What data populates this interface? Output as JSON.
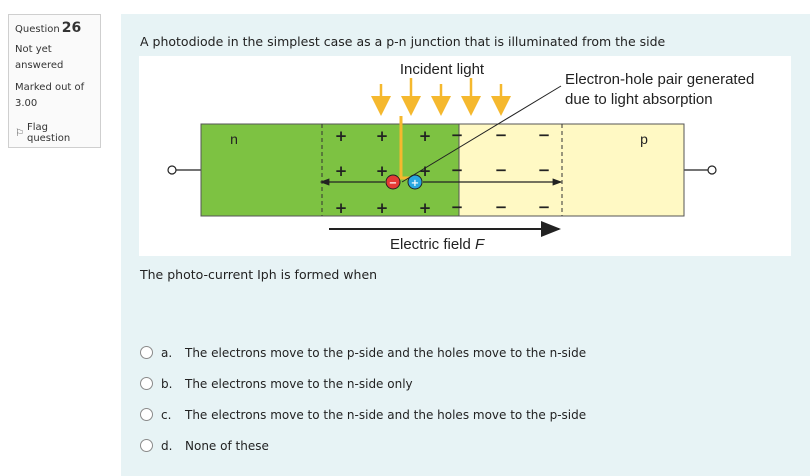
{
  "info": {
    "question_prefix": "Question",
    "question_number": "26",
    "state_line1": "Not yet",
    "state_line2": "answered",
    "grade_line1": "Marked out of",
    "grade_line2": "3.00",
    "flag_label": "Flag question",
    "flag_icon": "flag-icon"
  },
  "question": {
    "text": "A photodiode in the simplest case as a p-n junction that is illuminated from the side",
    "prompt": "The photo-current Iph is formed when"
  },
  "figure": {
    "incident_light": "Incident light",
    "annotation_line1": "Electron-hole pair generated",
    "annotation_line2": "due to light absorption",
    "n_label": "n",
    "p_label": "p",
    "field_label": "Electric field ",
    "field_symbol": "F",
    "plus": "+",
    "minus": "−",
    "n_color": "#7dc242",
    "p_color": "#fff9c4",
    "light_color": "#f5b82e",
    "electron_color": "#e53935",
    "hole_color": "#29a8e0"
  },
  "answers": [
    {
      "letter": "a.",
      "text": "The electrons move to the p-side and the holes move to the n-side"
    },
    {
      "letter": "b.",
      "text": "The electrons move to the n-side only"
    },
    {
      "letter": "c.",
      "text": "The electrons move to the n-side and the holes move to the p-side"
    },
    {
      "letter": "d.",
      "text": "None of these"
    }
  ]
}
